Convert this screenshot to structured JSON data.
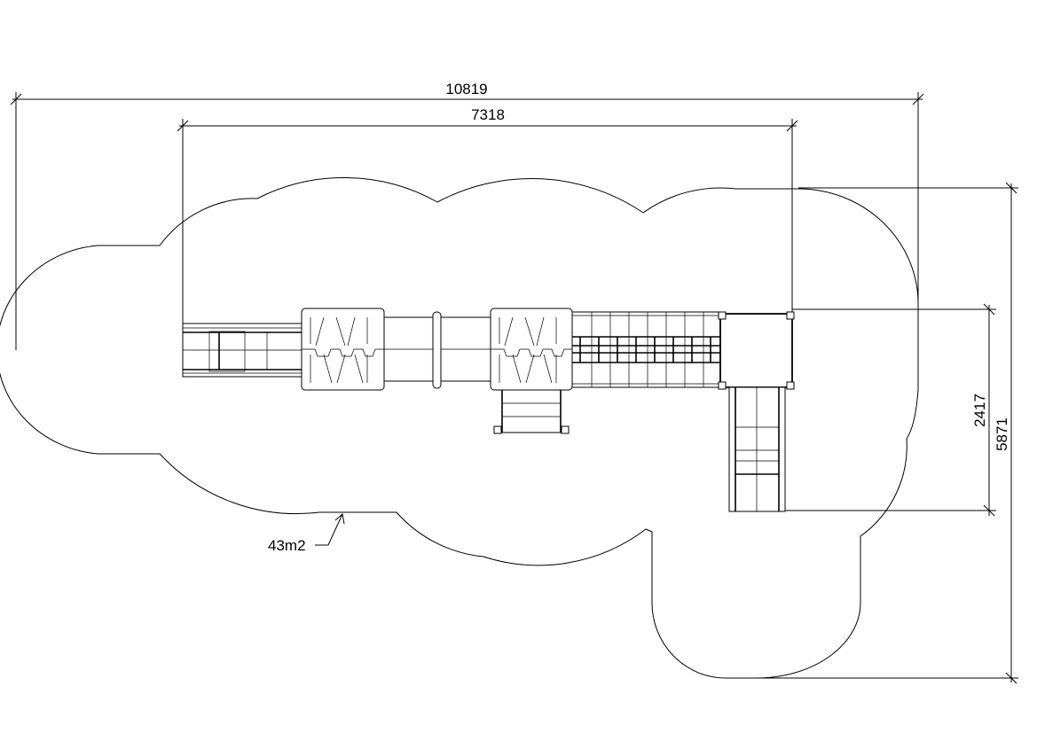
{
  "drawing": {
    "dimensions": {
      "overall_length": "10819",
      "structure_length": "7318",
      "overall_width": "5871",
      "structure_width": "2417"
    },
    "area_label": "43m2"
  }
}
